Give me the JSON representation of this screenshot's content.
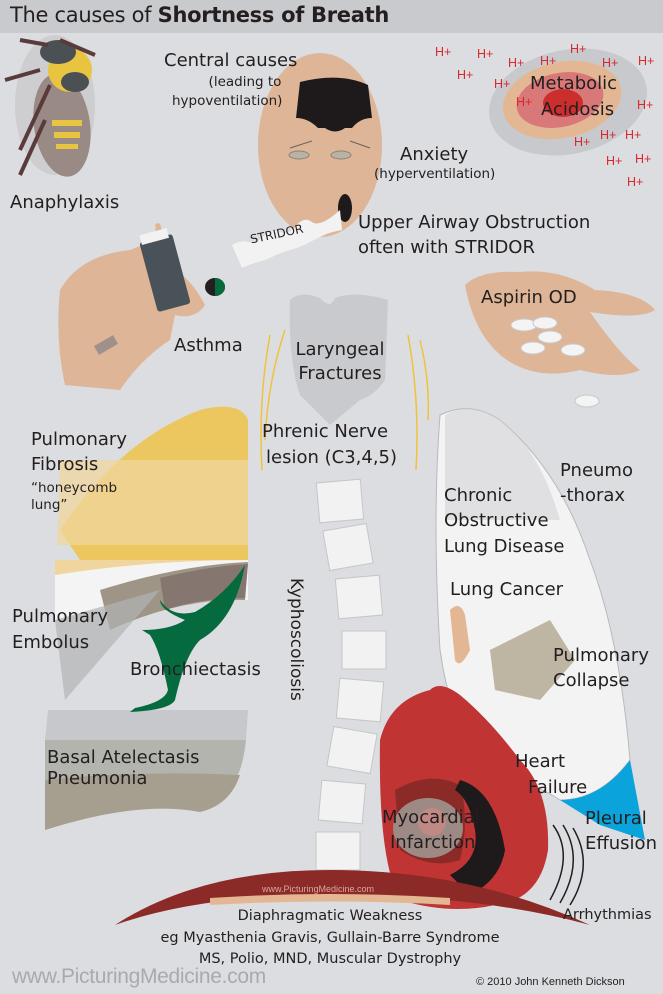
{
  "title": {
    "prefix": "The causes of",
    "emphasis": "Shortness of Breath"
  },
  "labels": {
    "anaphylaxis": "Anaphylaxis",
    "central_causes": "Central causes",
    "central_sub1": "(leading to",
    "central_sub2": "hypoventilation)",
    "anxiety": "Anxiety",
    "anxiety_sub": "(hyperventilation)",
    "metabolic1": "Metabolic",
    "metabolic2": "Acidosis",
    "stridor_tag": "STRIDOR",
    "upper_airway1": "Upper Airway Obstruction",
    "upper_airway2": "often with STRIDOR",
    "asthma": "Asthma",
    "aspirin": "Aspirin OD",
    "laryngeal1": "Laryngeal",
    "laryngeal2": "Fractures",
    "phrenic1": "Phrenic Nerve",
    "phrenic2": "lesion (C3,4,5)",
    "pulm_fibrosis1": "Pulmonary",
    "pulm_fibrosis2": "Fibrosis",
    "pulm_fibrosis3": "“honeycomb",
    "pulm_fibrosis4": "lung”",
    "pneumothorax1": "Pneumo",
    "pneumothorax2": "-thorax",
    "copd1": "Chronic",
    "copd2": "Obstructive",
    "copd3": "Lung Disease",
    "lung_cancer": "Lung Cancer",
    "pulm_embolus1": "Pulmonary",
    "pulm_embolus2": "Embolus",
    "bronchiectasis": "Bronchiectasis",
    "kyphoscoliosis": "Kyphoscoliosis",
    "pulm_collapse1": "Pulmonary",
    "pulm_collapse2": "Collapse",
    "basal1": "Basal Atelectasis",
    "basal2": "Pneumonia",
    "heart_failure1": "Heart",
    "heart_failure2": "Failure",
    "mi1": "Myocardial",
    "mi2": "Infarction",
    "pleural1": "Pleural",
    "pleural2": "Effusion",
    "arrhythmias": "Arrhythmias",
    "diaphragm1": "Diaphragmatic Weakness",
    "diaphragm2": "eg Myasthenia Gravis, Gullain-Barre Syndrome",
    "diaphragm3": "MS, Polio, MND, Muscular Dystrophy"
  },
  "h_plus": "H+",
  "watermark": "www.PicturingMedicine.com",
  "footer": {
    "url": "www.PicturingMedicine.com",
    "copyright": "© 2010 John Kenneth Dickson"
  },
  "colors": {
    "background": "#dcdde0",
    "title_bar": "#c9cacd",
    "h_plus": "#d8282e",
    "skin": "#deb597",
    "heart_red": "#c03434",
    "heart_dark": "#8c2a27",
    "fibrosis_yellow": "#ecc65e",
    "bronchi_green": "#066a3f",
    "pleural_blue": "#0aa3dc",
    "acidosis_core": "#cc2e2e"
  }
}
